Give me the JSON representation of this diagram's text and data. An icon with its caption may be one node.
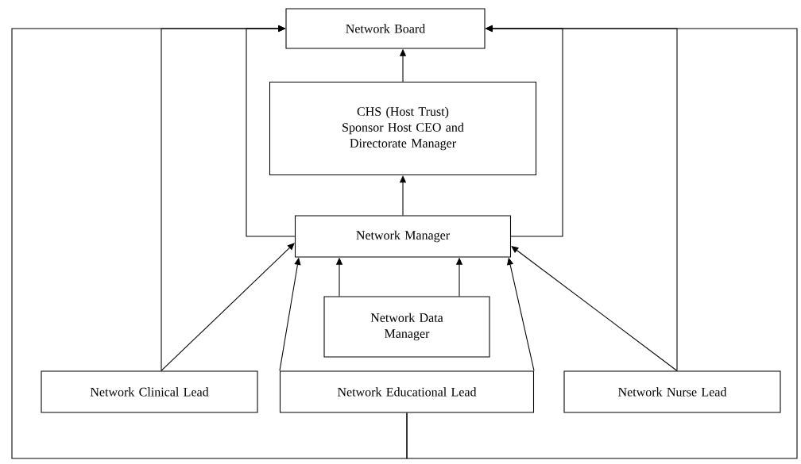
{
  "diagram": {
    "nodes": [
      {
        "text": [
          "Network Board"
        ]
      },
      {
        "text": [
          "CHS (Host Trust) Sponsor Host CEO and Directorate Manager"
        ]
      },
      {
        "text": [
          "Network Manager"
        ]
      },
      {
        "text": [
          "Network Data Manager"
        ]
      },
      {
        "text": [
          "Network Clinical Lead"
        ]
      },
      {
        "text": [
          "Network Educational Lead"
        ]
      },
      {
        "text": [
          "Network Nurse Lead"
        ]
      }
    ],
    "edges": [
      {
        "from": 1,
        "to": 0,
        "arrow": "to"
      },
      {
        "from": 2,
        "to": 1,
        "arrow": "to"
      },
      {
        "from": 3,
        "to": 2,
        "arrow": "to"
      },
      {
        "from": 3,
        "to": 2,
        "arrow": "to"
      },
      {
        "from": 4,
        "to": 2,
        "arrow": "to"
      },
      {
        "from": 5,
        "to": 2,
        "arrow": "to"
      },
      {
        "from": 5,
        "to": 2,
        "arrow": "to"
      },
      {
        "from": 6,
        "to": 2,
        "arrow": "to"
      },
      {
        "from": 4,
        "to": 0,
        "arrow": "to"
      },
      {
        "from": 2,
        "to": 0,
        "arrow": "to"
      },
      {
        "from": 2,
        "to": 0,
        "arrow": "to"
      },
      {
        "from": 6,
        "to": 0,
        "arrow": "to"
      },
      {
        "from": 5,
        "to": 0,
        "arrow": "to"
      },
      {
        "from": 5,
        "to": 0,
        "arrow": "to"
      }
    ]
  }
}
